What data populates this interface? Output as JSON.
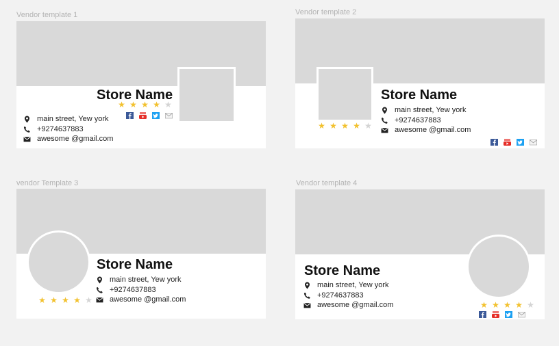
{
  "colors": {
    "canvas": "#f2f2f2",
    "banner": "#d9d9d9",
    "star_filled": "#f2c12e",
    "star_empty": "#d4d4d4",
    "facebook": "#3b5998",
    "youtube": "#e52d27",
    "twitter": "#1da1f2",
    "mail": "#9e9e9e"
  },
  "templates": [
    {
      "label": "Vendor template 1",
      "store_name": "Store Name",
      "address": "main street, Yew york",
      "phone": "+9274637883",
      "email": "awesome @gmail.com",
      "rating": 4,
      "rating_max": 5,
      "socials": [
        "facebook-icon",
        "youtube-icon",
        "twitter-icon",
        "mail-icon"
      ]
    },
    {
      "label": "Vendor template 2",
      "store_name": "Store Name",
      "address": "main street, Yew york",
      "phone": "+9274637883",
      "email": "awesome @gmail.com",
      "rating": 4,
      "rating_max": 5,
      "socials": [
        "facebook-icon",
        "youtube-icon",
        "twitter-icon",
        "mail-icon"
      ]
    },
    {
      "label": "vendor Template 3",
      "store_name": "Store Name",
      "address": "main street, Yew york",
      "phone": "+9274637883",
      "email": "awesome @gmail.com",
      "rating": 4,
      "rating_max": 5
    },
    {
      "label": "Vendor template 4",
      "store_name": "Store Name",
      "address": "main street, Yew york",
      "phone": "+9274637883",
      "email": "awesome @gmail.com",
      "rating": 4,
      "rating_max": 5,
      "socials": [
        "facebook-icon",
        "youtube-icon",
        "twitter-icon",
        "mail-icon"
      ]
    }
  ]
}
